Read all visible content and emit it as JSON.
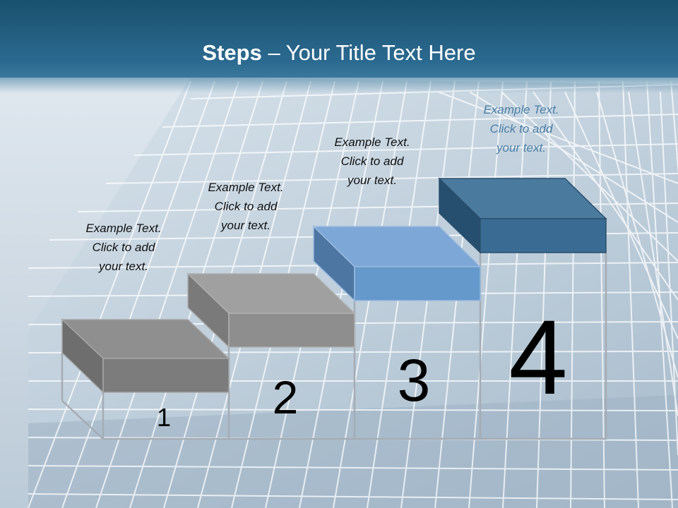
{
  "slide": {
    "title_bold": "Steps",
    "title_rest": " – Your Title Text Here"
  },
  "steps": [
    {
      "number": "1",
      "caption": [
        "Example Text.",
        "Click  to add",
        "your text."
      ]
    },
    {
      "number": "2",
      "caption": [
        "Example Text.",
        "Click  to add",
        "your text."
      ]
    },
    {
      "number": "3",
      "caption": [
        "Example Text.",
        "Click  to add",
        "your text."
      ]
    },
    {
      "number": "4",
      "caption": [
        "Example Text.",
        "Click  to add",
        "your text."
      ]
    }
  ],
  "colors": {
    "header": "#2b6a90",
    "step1": "#8c8c8c",
    "step2": "#9a9a9a",
    "step3": "#6699cc",
    "step4": "#3d6e93",
    "caption_blue": "#4a7fa7"
  }
}
